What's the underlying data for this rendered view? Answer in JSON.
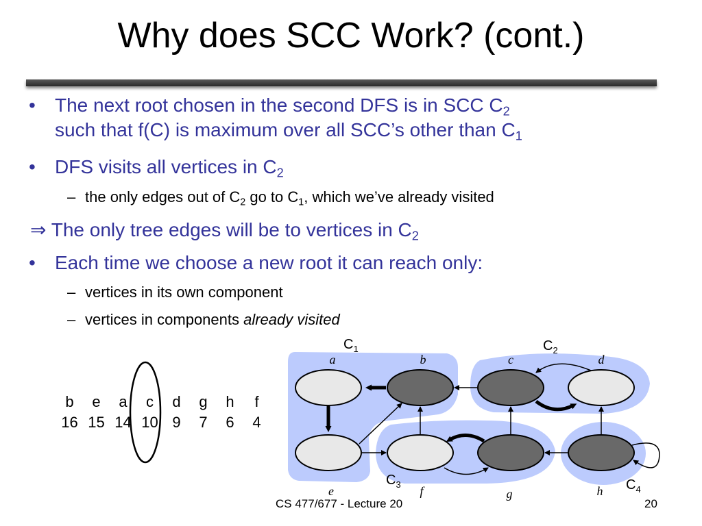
{
  "title": "Why does SCC Work? (cont.)",
  "bullets": {
    "b1_line1": "The next root chosen in the second DFS is in SCC C",
    "b1_line1_sub": "2",
    "b1_line2": "such that f(C) is maximum over all SCC’s other than C",
    "b1_line2_sub": "1",
    "b2": "DFS visits all vertices in C",
    "b2_sub": "2",
    "s1_a": "the only edges out of C",
    "s1_a_sub": "2",
    "s1_b": " go to C",
    "s1_b_sub": "1",
    "s1_c": ", which we’ve already visited",
    "b3_arrow": "⇒",
    "b3": "The only tree edges will be to vertices in C",
    "b3_sub": "2",
    "b4": "Each time we choose a new root it can reach only:",
    "s2": "vertices in its own component",
    "s3_plain": "vertices in components ",
    "s3_italic": "already visited"
  },
  "bullet_marks": {
    "dot": "•",
    "dash": "–"
  },
  "order_table": {
    "letters": [
      "b",
      "e",
      "a",
      "c",
      "d",
      "g",
      "h",
      "f"
    ],
    "numbers": [
      "16",
      "15",
      "14",
      "10",
      "9",
      "7",
      "6",
      "4"
    ]
  },
  "graph": {
    "components": [
      {
        "name": "C",
        "sub": "1"
      },
      {
        "name": "C",
        "sub": "2"
      },
      {
        "name": "C",
        "sub": "3"
      },
      {
        "name": "C",
        "sub": "4"
      }
    ],
    "vertex_labels": [
      "a",
      "b",
      "c",
      "d",
      "e",
      "f",
      "g",
      "h"
    ],
    "colors": {
      "region": "#bccbfd",
      "dark_node": "#696969",
      "light_node": "#e8e8e8"
    }
  },
  "footer": "CS 477/677 - Lecture 20",
  "page_number": "20"
}
